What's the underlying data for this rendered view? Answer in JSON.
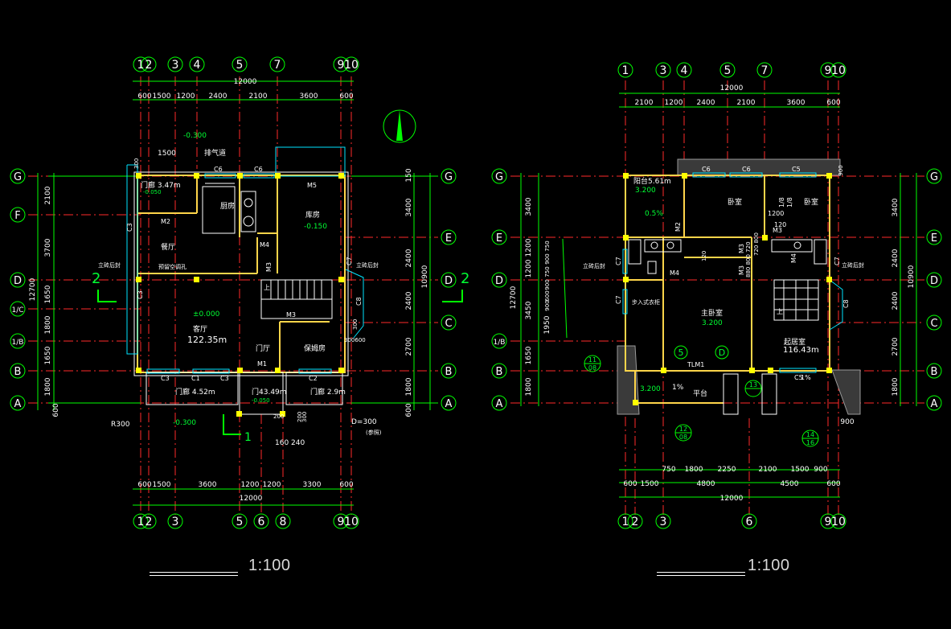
{
  "colors": {
    "background": "#000000",
    "axis": "#ff2a2a",
    "dim": "#00ff00",
    "wall": "#ffffff",
    "column": "#ffff00",
    "window": "#00e5ff",
    "text": "#ffffff",
    "label_green": "#00ff33"
  },
  "plan_left": {
    "top_grid_labels": [
      "1",
      "2",
      "3",
      "4",
      "5",
      "7",
      "9",
      "10"
    ],
    "top_overall": "12000",
    "top_dims": [
      "600",
      "1500",
      "1200",
      "2400",
      "2100",
      "3600",
      "600"
    ],
    "bottom_grid_labels": [
      "1",
      "2",
      "3",
      "5",
      "6",
      "8",
      "9",
      "10"
    ],
    "bottom_overall": "12000",
    "bottom_dims": [
      "600",
      "1500",
      "3600",
      "1200",
      "1200",
      "3300",
      "600"
    ],
    "left_row_labels": [
      "G",
      "F",
      "D",
      "1/C",
      "1/B",
      "B",
      "A"
    ],
    "right_row_labels": [
      "G",
      "E",
      "D",
      "C",
      "B",
      "A"
    ],
    "left_dims": [
      "2100",
      "3700",
      "1650",
      "1800",
      "1650",
      "1800",
      "600"
    ],
    "left_overall": "12700",
    "right_dims": [
      "3400",
      "2400",
      "2400",
      "2700",
      "1800",
      "600",
      "150"
    ],
    "right_overall": "10900",
    "rooms": {
      "kitchen": "厨房",
      "dining": "餐厅",
      "living": "客厅",
      "living_area": "122.35m",
      "garage": "库房",
      "nanny": "保姆房",
      "hall": "门厅",
      "porch1": "门廊 4.52m",
      "porch2": "门廊 2.9m",
      "porch3": "门廊 3.47m",
      "porch4": "门43.49m",
      "exhaust": "排气道"
    },
    "labels": {
      "elev_main": "±0.000",
      "elev_out": "-0.300",
      "elev_top": "-0.300",
      "elev_garage": "-0.150",
      "elev_small": "-0.050",
      "elev_kitchen": "-0.050",
      "dim_1500": "1500",
      "dim_300a": "300",
      "dim_300b": "300",
      "dim_300c": "300",
      "dim_200a": "200",
      "dim_200b": "200",
      "dim_160_240": "160 240",
      "r300": "R300",
      "d300": "D=300",
      "d300_note": "(参照)",
      "stand_pipe_l": "立砖后封",
      "stand_pipe_r": "立砖后封",
      "reserved": "预留空调孔",
      "section2_l": "2",
      "section2_r": "2",
      "section1": "1",
      "stair_up": "上",
      "dim_300_600": "300600"
    },
    "tags": {
      "c6a": "C6",
      "c6b": "C6",
      "m2": "M2",
      "m3a": "M3",
      "m3b": "M3",
      "m4": "M4",
      "m5": "M5",
      "m1": "M1",
      "c1": "C1",
      "c2": "C2",
      "c3a": "C3",
      "c3b": "C3",
      "c3c": "C3",
      "c3d": "C3",
      "c7": "C7",
      "c8": "C8"
    },
    "scale": "1:100"
  },
  "plan_right": {
    "top_grid_labels": [
      "1",
      "3",
      "4",
      "5",
      "7",
      "9",
      "10"
    ],
    "top_overall": "12000",
    "top_dims": [
      "2100",
      "1200",
      "2400",
      "2100",
      "3600",
      "600"
    ],
    "bottom_grid_labels": [
      "1",
      "2",
      "3",
      "6",
      "9",
      "10"
    ],
    "bottom_row1": [
      "750",
      "1800",
      "2250",
      "2100",
      "1500",
      "900"
    ],
    "bottom_row2": [
      "600",
      "1500",
      "4800",
      "4500",
      "600"
    ],
    "bottom_overall": "12000",
    "left_row_labels": [
      "G",
      "E",
      "D",
      "1/B",
      "B",
      "A"
    ],
    "right_row_labels": [
      "G",
      "E",
      "D",
      "C",
      "B",
      "A"
    ],
    "left_dims": [
      "3400",
      "1200",
      "1200",
      "3450",
      "1950",
      "1650",
      "1800"
    ],
    "left_small_dims": [
      "750",
      "900",
      "750",
      "900",
      "600",
      "900"
    ],
    "left_overall": "12700",
    "right_dims": [
      "3400",
      "2400",
      "2400",
      "2700",
      "1800"
    ],
    "right_overall": "10900",
    "right_small": "900",
    "rooms": {
      "balcony": "阳台5.61m",
      "bed1": "卧室",
      "bed2": "卧室",
      "master": "主卧室",
      "walkin": "步入式衣柜",
      "family": "起居室",
      "family_area": "116.43m",
      "terrace": "平台"
    },
    "labels": {
      "elev_balcony": "3.200",
      "slope_balcony": "0.5%",
      "elev_master": "3.200",
      "elev_terrace": "3.200",
      "slope_terrace": "1%",
      "stand_pipe_l": "立砖后封",
      "stand_pipe_r": "立砖后封",
      "tlm1": "TLM1",
      "stair_up": "上",
      "dim_1200": "1200",
      "dim_120": "120",
      "dim_120b": "120",
      "dim_880_800_720": "880 800 720",
      "dim_720_800": "720 800",
      "dim_900_right": "900",
      "dim_900_top": "900",
      "ref_11": "11",
      "ref_08a": "08",
      "ref_5": "5",
      "ref_d": "D",
      "ref_12": "12",
      "ref_08b": "08",
      "ref_13": "13",
      "ref_14": "14",
      "ref_16": "16",
      "ref_1_8": "1/8",
      "ref_1_8b": "1/8",
      "slope_1": "1%"
    },
    "tags": {
      "c6a": "C6",
      "c6b": "C6",
      "c5a": "C5",
      "c5b": "C5",
      "c7a": "C7",
      "c7b": "C7",
      "c7c": "C7",
      "c8": "C8",
      "m2": "M2",
      "m3a": "M3",
      "m3b": "M3",
      "m3c": "M3",
      "m4a": "M4",
      "m4b": "M4"
    },
    "scale": "1:100"
  }
}
